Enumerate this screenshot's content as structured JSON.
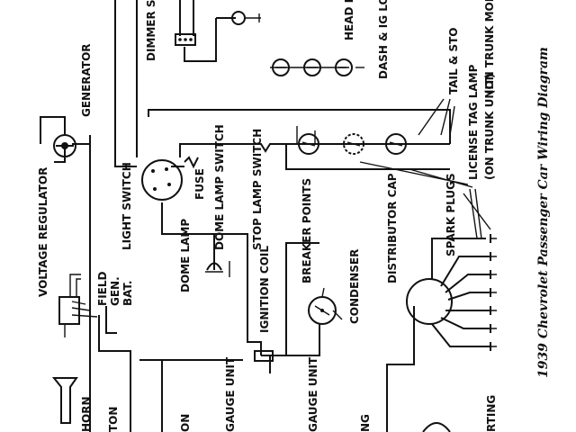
{
  "diagram": {
    "caption": "1939 Chevrolet Passenger Car Wiring Diagram",
    "labels": {
      "generator": "GENERATOR",
      "voltage_regulator": "VOLTAGE REGULATOR",
      "field": "FIELD",
      "gen": "GEN.",
      "bat": "BAT.",
      "dimmer_switch": "DIMMER SWITCH",
      "light_switch": "LIGHT SWITCH",
      "fuse": "FUSE",
      "dome_lamp_switch": "DOME LAMP SWITCH",
      "stop_lamp_switch": "STOP LAMP SWITCH",
      "dome_lamp": "DOME LAMP",
      "head_beam": "HEAD BEAM",
      "dash_lock_lamp": "DASH & IG LOCK LA",
      "tail_stop": "TAIL & STO",
      "trunk_models": "(ON TRUNK MODELS O",
      "license_tag": "LICENSE TAG LAMP",
      "license_tag2": "(ON TRUNK UNIT)",
      "breaker_points": "BREAKER POINTS",
      "condenser": "CONDENSER",
      "distributor_cap": "DISTRIBUTOR CAP",
      "spark_plugs": "SPARK PLUGS",
      "ignition_coil": "IGNITION COIL",
      "horn": "HORN",
      "horn_button": "TON",
      "gauge_unit_1": "GAUGE UNIT",
      "gauge_unit_2": "GAUGE UNIT",
      "starting": "RTING",
      "bottom_on": "ON",
      "bottom_ng": "NG"
    }
  }
}
